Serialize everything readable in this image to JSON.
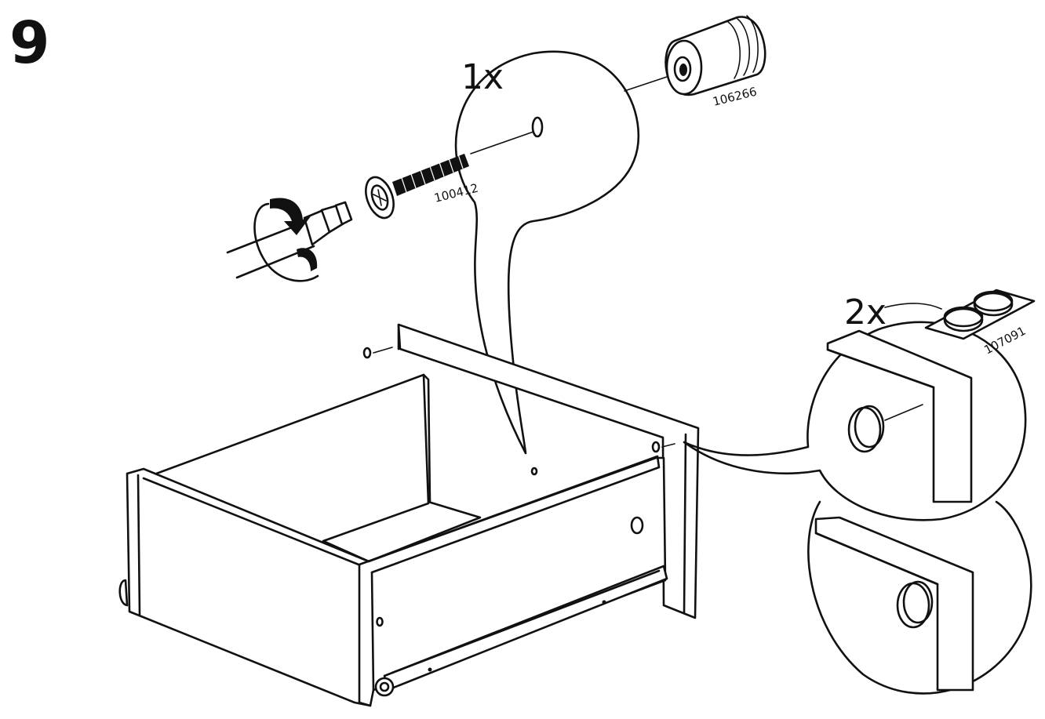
{
  "step": {
    "number": "9"
  },
  "callouts": {
    "screw_qty": "1x",
    "pad_qty": "2x"
  },
  "parts": {
    "screw": "100412",
    "cap": "106266",
    "pad": "107091"
  }
}
